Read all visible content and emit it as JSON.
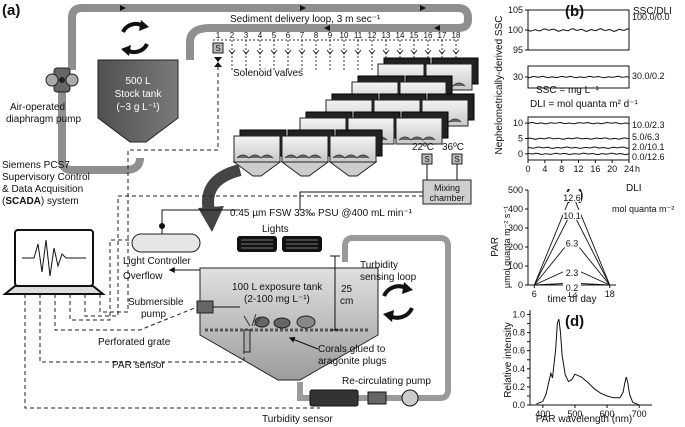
{
  "panel_a": {
    "label": "(a)",
    "sediment_loop": "Sediment delivery loop, 3 m sec⁻¹",
    "valve_numbers": [
      "1",
      "2",
      "3",
      "4",
      "5",
      "6",
      "7",
      "8",
      "9",
      "10",
      "11",
      "12",
      "13",
      "14",
      "15",
      "16",
      "17",
      "18"
    ],
    "valve_symbol": "S",
    "solenoid_valves": "Solenoid valves",
    "stock_tank_1": "500 L",
    "stock_tank_2": "Stock tank",
    "stock_tank_3": "(~3 g L⁻¹)",
    "pump_1": "Air-operated",
    "pump_2": "diaphragm pump",
    "scada_1": "Siemens PCS7",
    "scada_2": "Supervisory Control",
    "scada_3": "& Data Acquisition",
    "scada_4_bold": "SCADA",
    "scada_4_rest": ") system",
    "scada_4_open": "(",
    "temp_1": "22ºC",
    "temp_2": "36ºC",
    "mixing_1": "Mixing",
    "mixing_2": "chamber",
    "fsw": "0.45 µm FSW 33‰ PSU @400 mL min⁻¹",
    "lights": "Lights",
    "light_controller": "Light Controller",
    "overflow": "Overflow",
    "exposure_1": "100 L exposure tank",
    "exposure_2": "(2-100 mg L⁻¹)",
    "turbidity_loop_1": "Turbidity",
    "turbidity_loop_2": "sensing loop",
    "depth_1": "25",
    "depth_2": "cm",
    "submersible_1": "Submersible",
    "submersible_2": "pump",
    "grate": "Perforated grate",
    "par_sensor": "PAR sensor",
    "corals_1": "Corals glued to",
    "corals_2": "aragonite plugs",
    "recirc_pump": "Re-circulating pump",
    "turbidity_sensor": "Turbidity sensor"
  },
  "panel_b": {
    "label": "(b)",
    "header": "SSC/DLI",
    "ylabel": "Nephelometrically-derived SSC",
    "eq1": "SSC = mg L⁻¹",
    "eq2": "DLI = mol quanta m² d⁻¹",
    "x_unit": "h",
    "chart_data": {
      "type": "line",
      "x_ticks": [
        0,
        4,
        8,
        12,
        16,
        20,
        24
      ],
      "upper_y_ticks": [
        95,
        100,
        105
      ],
      "middle_y_ticks": [
        30
      ],
      "lower_y_ticks": [
        0,
        5,
        10
      ],
      "series": [
        {
          "name": "100.0/0.0",
          "level": 100
        },
        {
          "name": "30.0/0.2",
          "level": 30
        },
        {
          "name": "10.0/2.3",
          "level": 10
        },
        {
          "name": "5.0/6.3",
          "level": 5
        },
        {
          "name": "2.0/10.1",
          "level": 2
        },
        {
          "name": "0.0/12.6",
          "level": 0
        }
      ]
    }
  },
  "panel_c": {
    "label": "(c)",
    "ylabel_1": "PAR",
    "ylabel_2": "µmol quanta m⁻² s⁻¹",
    "xlabel": "time of day",
    "dli_1": "DLI",
    "dli_2": "mol quanta m⁻²",
    "chart_data": {
      "type": "line",
      "x_ticks": [
        6,
        12,
        18
      ],
      "y_ticks": [
        0,
        100,
        200,
        300,
        400,
        500
      ],
      "ylim": [
        0,
        500
      ],
      "xlim": [
        5,
        19
      ],
      "series": [
        {
          "name": "12.6",
          "x": [
            6,
            12,
            18
          ],
          "y": [
            0,
            485,
            0
          ]
        },
        {
          "name": "10.1",
          "x": [
            6,
            12,
            18
          ],
          "y": [
            0,
            390,
            0
          ]
        },
        {
          "name": "6.3",
          "x": [
            6,
            12,
            18
          ],
          "y": [
            0,
            245,
            0
          ]
        },
        {
          "name": "2.3",
          "x": [
            6,
            12,
            18
          ],
          "y": [
            0,
            90,
            0
          ]
        },
        {
          "name": "0.2",
          "x": [
            6,
            12,
            18
          ],
          "y": [
            0,
            10,
            0
          ]
        }
      ]
    }
  },
  "panel_d": {
    "label": "(d)",
    "ylabel": "Relative intensity",
    "xlabel": "PAR wavelength (nm)",
    "chart_data": {
      "type": "line",
      "x_ticks": [
        400,
        500,
        600,
        700
      ],
      "y_ticks": [
        0.0,
        0.1,
        0.2,
        0.3,
        0.4,
        0.5,
        0.6,
        0.7,
        0.8,
        0.9,
        1.0
      ],
      "y_tick_labels": [
        "0.0",
        "",
        "0.2",
        "",
        "0.4",
        "",
        "0.6",
        "",
        "0.8",
        "",
        "1.0"
      ],
      "ylim": [
        0,
        1.05
      ],
      "xlim": [
        360,
        740
      ],
      "x": [
        380,
        400,
        410,
        420,
        425,
        430,
        440,
        445,
        450,
        455,
        460,
        470,
        480,
        490,
        500,
        520,
        540,
        560,
        580,
        600,
        620,
        640,
        650,
        655,
        660,
        665,
        670,
        680,
        700
      ],
      "y": [
        0.01,
        0.04,
        0.12,
        0.28,
        0.35,
        0.3,
        0.62,
        0.9,
        0.95,
        0.8,
        0.55,
        0.33,
        0.26,
        0.28,
        0.34,
        0.31,
        0.25,
        0.18,
        0.13,
        0.1,
        0.08,
        0.08,
        0.14,
        0.24,
        0.31,
        0.24,
        0.12,
        0.03,
        0.0
      ]
    }
  }
}
